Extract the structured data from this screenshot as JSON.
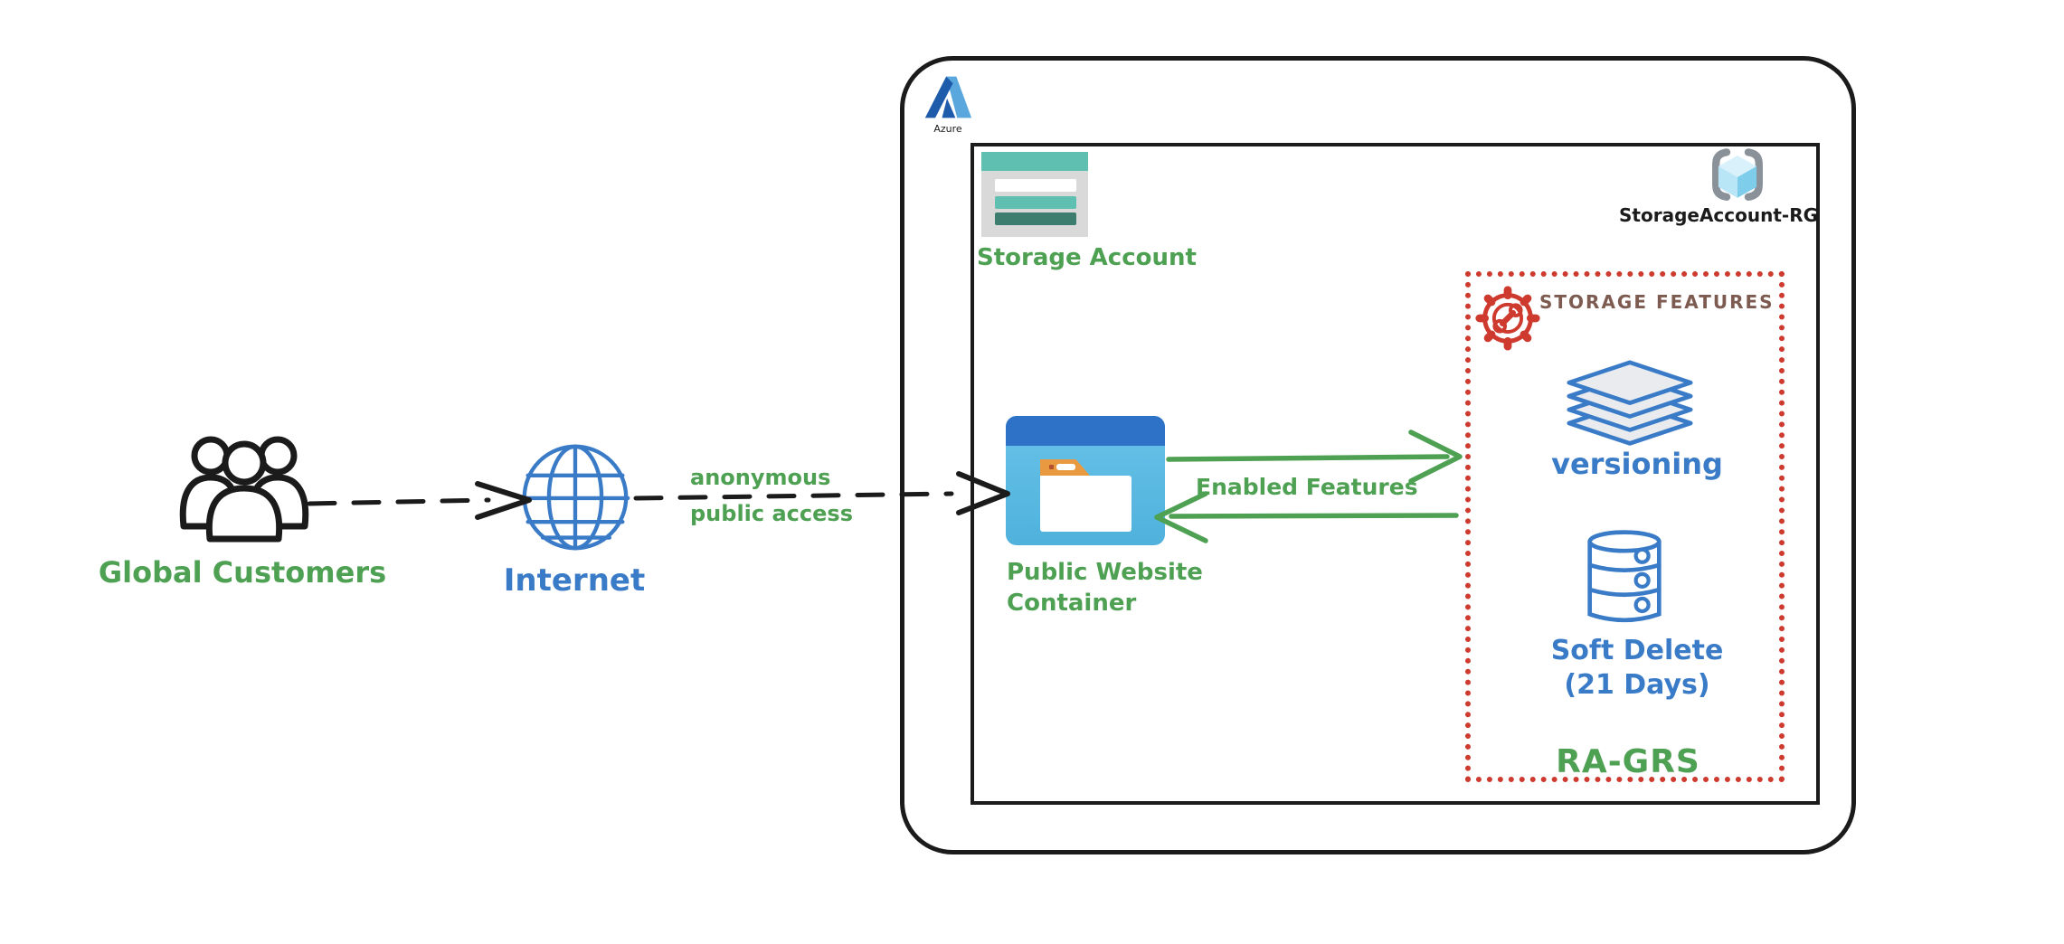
{
  "colors": {
    "green": "#4EA052",
    "blue": "#3A7BC8",
    "ink": "#1B1B1B",
    "red": "#CE3A2E",
    "brown": "#7D5B51",
    "teal": "#5FBFB0",
    "teal_dark": "#3D7D6F",
    "icon_gray": "#D9D9D9",
    "container_header": "#2E72C8",
    "folder_tab": "#E9993F",
    "azure_dark": "#1E5CAB",
    "azure_light": "#5AA7DD",
    "cube_bracket": "#8A9199",
    "cube_top": "#D8F1FB",
    "cube_left": "#B9E6F6",
    "cube_right": "#7ECDEB",
    "layer_fill": "#E9EBEF"
  },
  "external": {
    "global_customers": {
      "label": "Global Customers",
      "icon": "users-group-icon"
    },
    "internet": {
      "label": "Internet",
      "icon": "globe-icon"
    }
  },
  "connections": {
    "anonymous_access": {
      "label_line1": "anonymous",
      "label_line2": "public access"
    },
    "enabled_features": {
      "label": "Enabled Features"
    }
  },
  "azure_boundary": {
    "logo_label": "Azure",
    "resource_group": {
      "label": "StorageAccount-RG",
      "icon": "resource-group-cube-icon"
    },
    "storage_account": {
      "label": "Storage Account",
      "icon": "storage-account-icon"
    },
    "public_website_container": {
      "label_line1": "Public Website",
      "label_line2": "Container",
      "icon": "blob-container-icon"
    },
    "storage_features": {
      "title": "STORAGE FEATURES",
      "icon": "gear-wrench-icon",
      "features": [
        {
          "label": "versioning",
          "icon": "layers-icon"
        },
        {
          "label_line1": "Soft Delete",
          "label_line2": "(21 Days)",
          "icon": "database-icon"
        }
      ],
      "redundancy_label": "RA-GRS"
    }
  }
}
